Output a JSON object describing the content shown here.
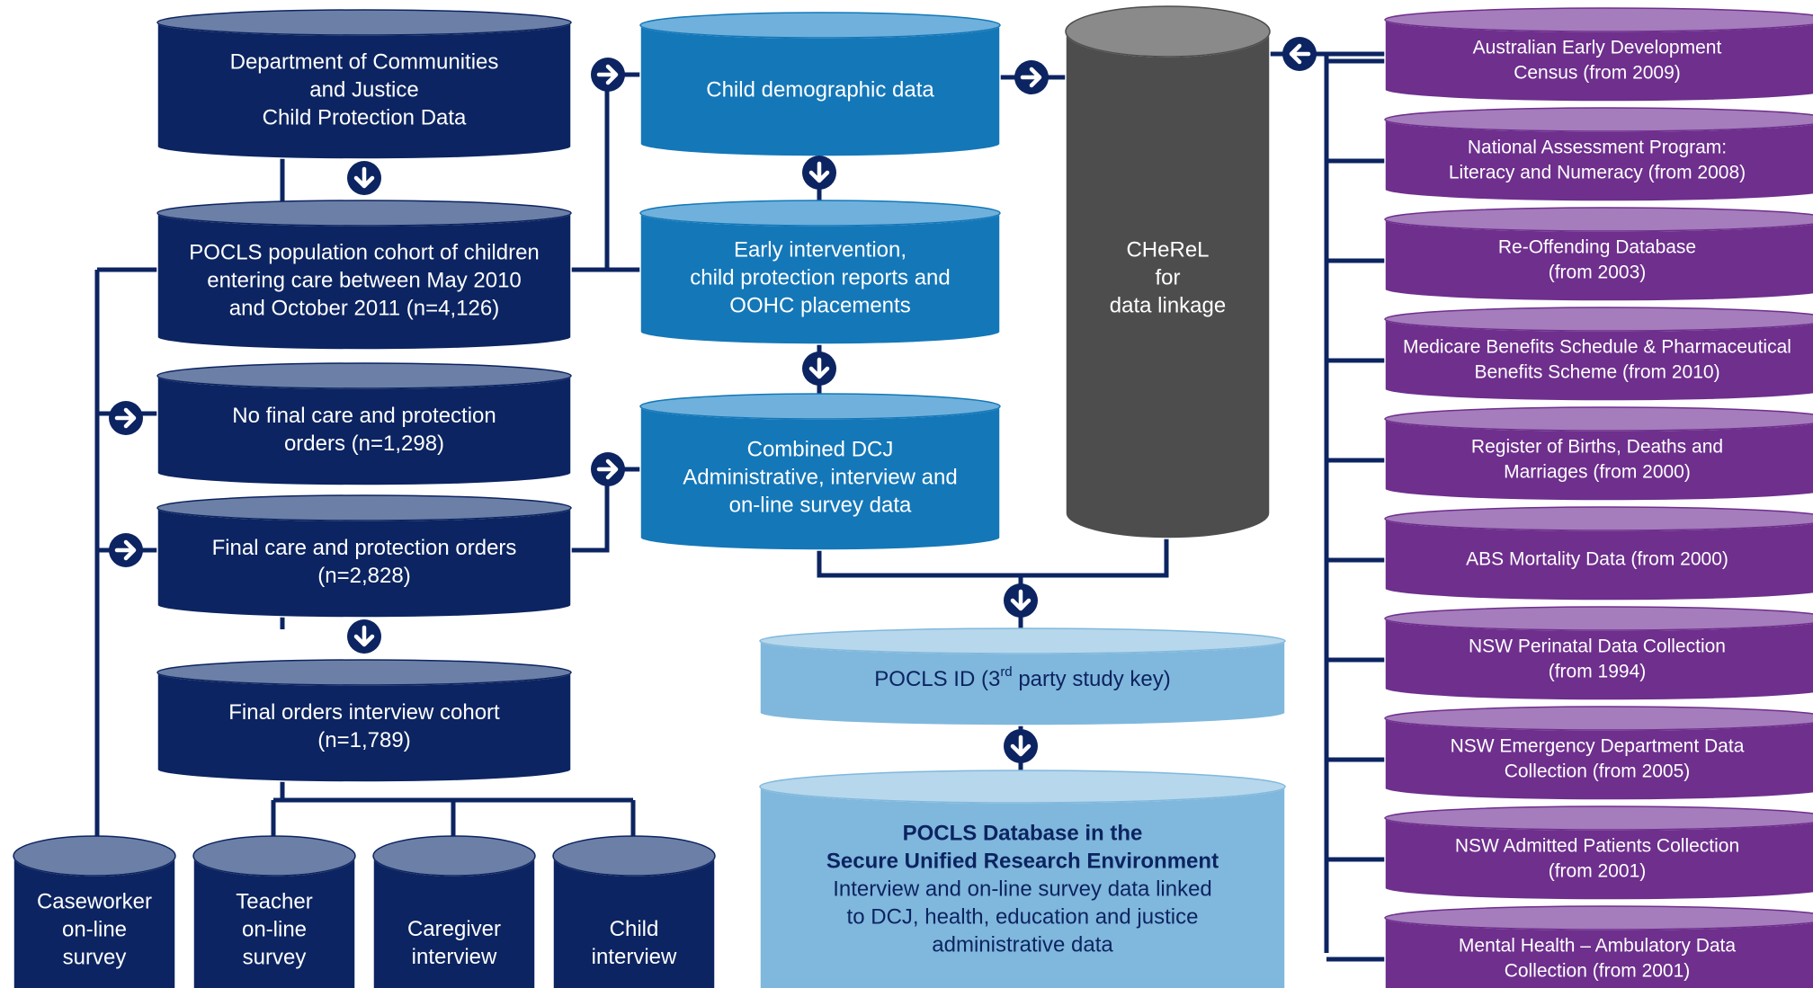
{
  "colors": {
    "navy": "#0c2461",
    "navy_top": "#6c7fa6",
    "blue": "#1477b8",
    "blue_top": "#6fb1dc",
    "light": "#80b8dd",
    "light_top": "#b7d7ec",
    "grey": "#4d4d4d",
    "grey_top": "#8a8a8a",
    "purple": "#6e2f8d",
    "purple_top": "#a57cbc",
    "connector": "#0c2461",
    "connector_grey": "#333333"
  },
  "cylinders": {
    "dcj": [
      "Department of Communities",
      "and Justice",
      "Child Protection Data"
    ],
    "pocls_pop": [
      "POCLS population cohort of children",
      "entering care between May 2010",
      "and October 2011 (n=4,126)"
    ],
    "no_final": [
      "No final care and protection",
      "orders (n=1,298)"
    ],
    "final_orders": [
      "Final care and protection orders",
      "(n=2,828)"
    ],
    "interview_cohort": [
      "Final orders interview cohort",
      "(n=1,789)"
    ],
    "caseworker": [
      "Caseworker",
      "on-line",
      "survey"
    ],
    "teacher": [
      "Teacher",
      "on-line",
      "survey"
    ],
    "caregiver": [
      "Caregiver",
      "interview"
    ],
    "child": [
      "Child",
      "interview"
    ],
    "child_demo": [
      "Child demographic data"
    ],
    "early_int": [
      "Early intervention,",
      "child protection reports and",
      "OOHC placements"
    ],
    "combined": [
      "Combined DCJ",
      "Administrative, interview and",
      "on-line survey data"
    ],
    "cherel": [
      "CHeReL",
      "for",
      "data linkage"
    ],
    "pocls_id": {
      "pre": "POCLS ID (3",
      "sup": "rd",
      "post": " party study key)"
    },
    "database": {
      "bold": [
        "POCLS Database in the",
        "Secure Unified Research Environment"
      ],
      "lines": [
        "Interview and on-line survey data linked",
        "to DCJ, health, education and justice",
        "administrative data"
      ]
    },
    "datasets": [
      [
        "Australian Early Development",
        "Census (from 2009)"
      ],
      [
        "National Assessment Program:",
        "Literacy and Numeracy (from 2008)"
      ],
      [
        "Re-Offending Database",
        "(from 2003)"
      ],
      [
        "Medicare Benefits Schedule & Pharmaceutical",
        "Benefits Scheme (from 2010)"
      ],
      [
        "Register of Births, Deaths and",
        "Marriages (from 2000)"
      ],
      [
        "ABS Mortality Data (from 2000)"
      ],
      [
        "NSW Perinatal Data Collection",
        "(from 1994)"
      ],
      [
        "NSW Emergency Department Data",
        "Collection (from 2005)"
      ],
      [
        "NSW Admitted Patients Collection",
        "(from 2001)"
      ],
      [
        "Mental Health – Ambulatory Data",
        "Collection (from 2001)"
      ]
    ]
  }
}
